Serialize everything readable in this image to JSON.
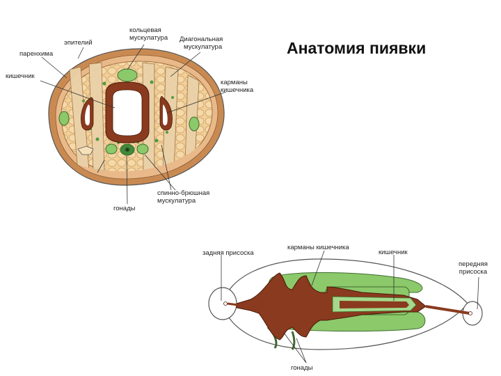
{
  "title": "Анатомия пиявки",
  "cross_section": {
    "labels": {
      "ring_muscle_1": "кольцевая",
      "ring_muscle_2": "мускулатура",
      "diag_muscle_1": "Диагональная",
      "diag_muscle_2": "мускулатура",
      "epithelium": "эпителий",
      "parenchyma": "паренхима",
      "intestine": "кишечник",
      "pockets_1": "карманы",
      "pockets_2": "кишечника",
      "dv_muscle_1": "спинно-брюшная",
      "dv_muscle_2": "мускулатура",
      "gonads": "гонады"
    }
  },
  "body_view": {
    "labels": {
      "rear_sucker": "задняя присоска",
      "gut_pockets": "карманы кишечника",
      "intestine": "кишечник",
      "front_sucker_1": "передняя",
      "front_sucker_2": "присоска",
      "gonads": "гонады"
    }
  },
  "colors": {
    "outer_wall": "#c98a52",
    "parenchyma": "#f3cf98",
    "intestine": "#8a3a1e",
    "green": "#8bc96a",
    "green_dark": "#3f8a3a",
    "outline": "#555555"
  }
}
